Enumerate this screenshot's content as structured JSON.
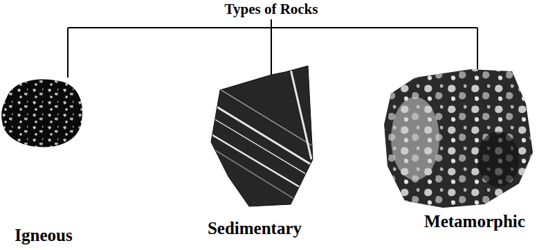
{
  "diagram": {
    "title": "Types of Rocks",
    "labels": [
      "Igneous",
      "Sedimentary",
      "Metamorphic"
    ]
  }
}
